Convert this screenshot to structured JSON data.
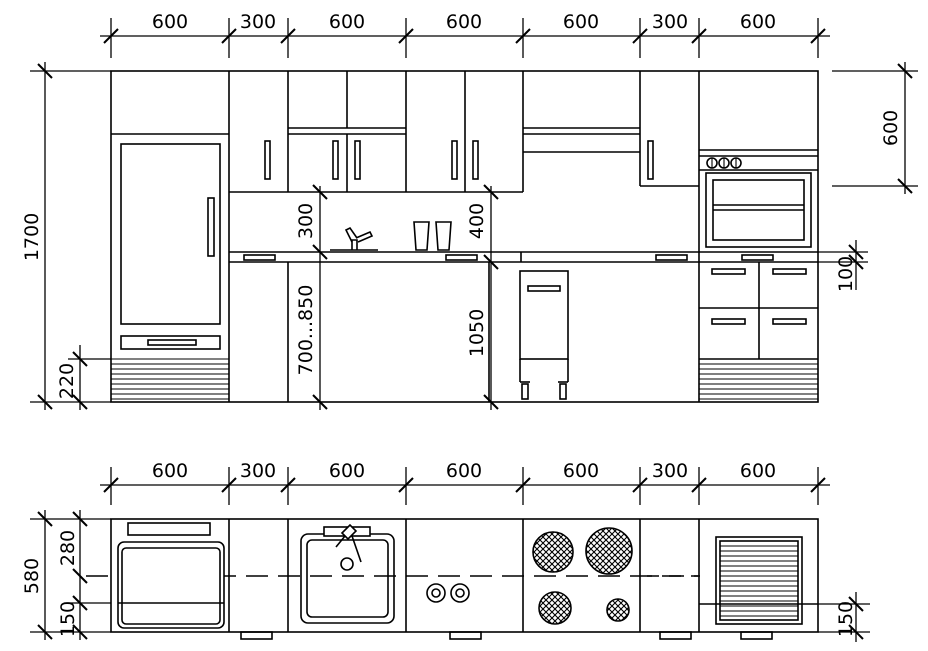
{
  "elevation": {
    "top_dims": [
      "600",
      "300",
      "600",
      "600",
      "600",
      "300",
      "600"
    ],
    "overall_height": "1700",
    "plinth_height": "220",
    "backsplash_height": "300",
    "worktop_height_range": "700...850",
    "wall_clearance": "400",
    "counter_height": "1050",
    "wall_cabinet_height": "600",
    "drawer_height": "100"
  },
  "plan": {
    "top_dims": [
      "600",
      "300",
      "600",
      "600",
      "600",
      "300",
      "600"
    ],
    "depth": "580",
    "inner_depth": "280",
    "front_offset": "150",
    "right_offset": "150"
  }
}
